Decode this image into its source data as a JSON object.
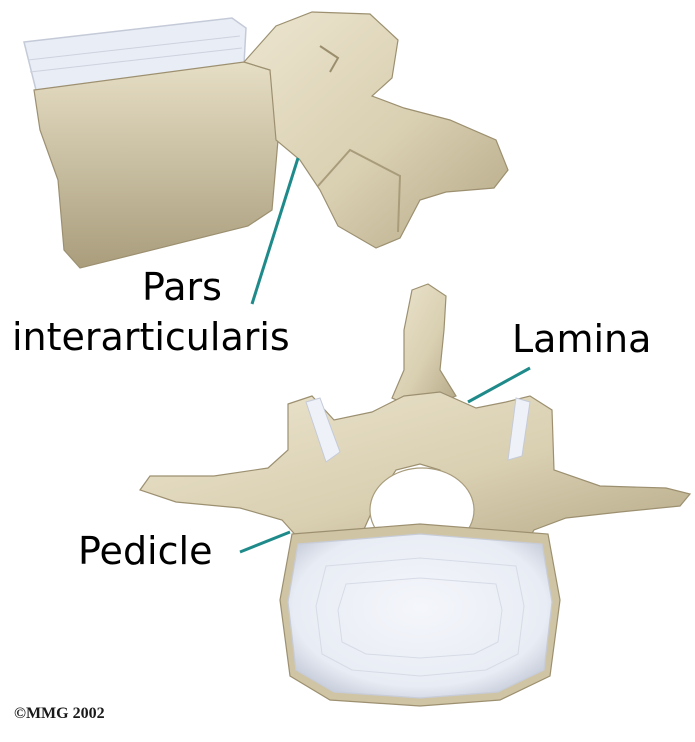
{
  "labels": {
    "pars_line1": "Pars",
    "pars_line2": "interarticularis",
    "lamina": "Lamina",
    "pedicle": "Pedicle"
  },
  "copyright": "©MMG 2002",
  "colors": {
    "bone": "#ddd3b6",
    "bone_shadow": "#b9ad8c",
    "bone_dark": "#8f8468",
    "disc": "#eef1f7",
    "disc_edge": "#c7ccd8",
    "leader_line": "#1f8a8a"
  }
}
